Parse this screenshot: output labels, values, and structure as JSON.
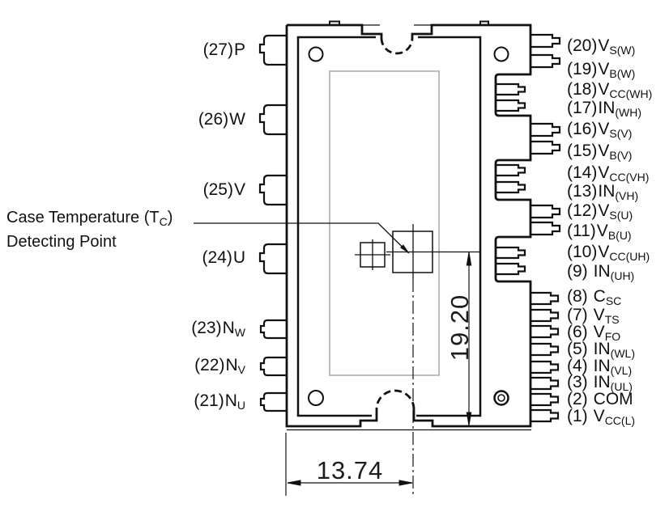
{
  "figure": {
    "type": "ic-package-pinout-outline-drawing",
    "colors": {
      "line": "#111111",
      "inner_region_outline": "#bdbdbd"
    },
    "callout": {
      "line1_prefix": "Case Temperature (T",
      "line1_sub": "C",
      "line1_suffix": ")",
      "line2": "Detecting Point"
    },
    "dimensions": {
      "horizontal": "13.74",
      "vertical": "19.20"
    },
    "left_pins": [
      {
        "num": "(27)",
        "name": "P",
        "sub": ""
      },
      {
        "num": "(26)",
        "name": "W",
        "sub": ""
      },
      {
        "num": "(25)",
        "name": "V",
        "sub": ""
      },
      {
        "num": "(24)",
        "name": "U",
        "sub": ""
      },
      {
        "num": "(23)",
        "name": "N",
        "sub": "W"
      },
      {
        "num": "(22)",
        "name": "N",
        "sub": "V"
      },
      {
        "num": "(21)",
        "name": "N",
        "sub": "U"
      }
    ],
    "right_pins": [
      {
        "num": "(20)",
        "name": "V",
        "sub": "S(W)"
      },
      {
        "num": "(19)",
        "name": "V",
        "sub": "B(W)"
      },
      {
        "num": "(18)",
        "name": "V",
        "sub": "CC(WH)"
      },
      {
        "num": "(17)",
        "name": "IN",
        "sub": "(WH)"
      },
      {
        "num": "(16)",
        "name": "V",
        "sub": "S(V)"
      },
      {
        "num": "(15)",
        "name": "V",
        "sub": "B(V)"
      },
      {
        "num": "(14)",
        "name": "V",
        "sub": "CC(VH)"
      },
      {
        "num": "(13)",
        "name": "IN",
        "sub": "(VH)"
      },
      {
        "num": "(12)",
        "name": "V",
        "sub": "S(U)"
      },
      {
        "num": "(11)",
        "name": "V",
        "sub": "B(U)"
      },
      {
        "num": "(10)",
        "name": "V",
        "sub": "CC(UH)"
      },
      {
        "num": "(9)",
        "name": "IN",
        "sub": "(UH)"
      },
      {
        "num": "(8)",
        "name": "C",
        "sub": "SC"
      },
      {
        "num": "(7)",
        "name": "V",
        "sub": "TS"
      },
      {
        "num": "(6)",
        "name": "V",
        "sub": "FO"
      },
      {
        "num": "(5)",
        "name": "IN",
        "sub": "(WL)"
      },
      {
        "num": "(4)",
        "name": "IN",
        "sub": "(VL)"
      },
      {
        "num": "(3)",
        "name": "IN",
        "sub": "(UL)"
      },
      {
        "num": "(2)",
        "name": "COM",
        "sub": ""
      },
      {
        "num": "(1)",
        "name": "V",
        "sub": "CC(L)"
      }
    ]
  }
}
